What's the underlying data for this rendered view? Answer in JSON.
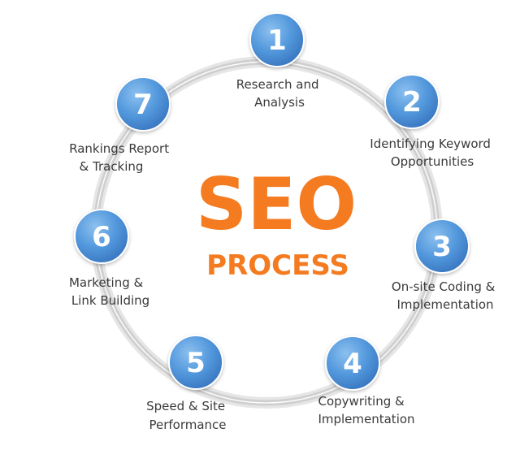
{
  "title": {
    "main": "SEO",
    "sub": "PROCESS"
  },
  "colors": {
    "title_orange": "#f47b20",
    "badge_blue": "#4a90d9",
    "ring_gray": "#d4d4d4",
    "label_text": "#3a3a3a"
  },
  "steps": [
    {
      "number": "1",
      "label_lines": [
        "Research and",
        "Analysis"
      ]
    },
    {
      "number": "2",
      "label_lines": [
        "Identifying Keyword",
        "Opportunities"
      ]
    },
    {
      "number": "3",
      "label_lines": [
        "On-site Coding &",
        "Implementation"
      ]
    },
    {
      "number": "4",
      "label_lines": [
        "Copywriting &",
        "Implementation"
      ]
    },
    {
      "number": "5",
      "label_lines": [
        "Speed & Site",
        "Performance"
      ]
    },
    {
      "number": "6",
      "label_lines": [
        "Marketing &",
        "Link Building"
      ]
    },
    {
      "number": "7",
      "label_lines": [
        "Rankings Report",
        "& Tracking"
      ]
    }
  ]
}
